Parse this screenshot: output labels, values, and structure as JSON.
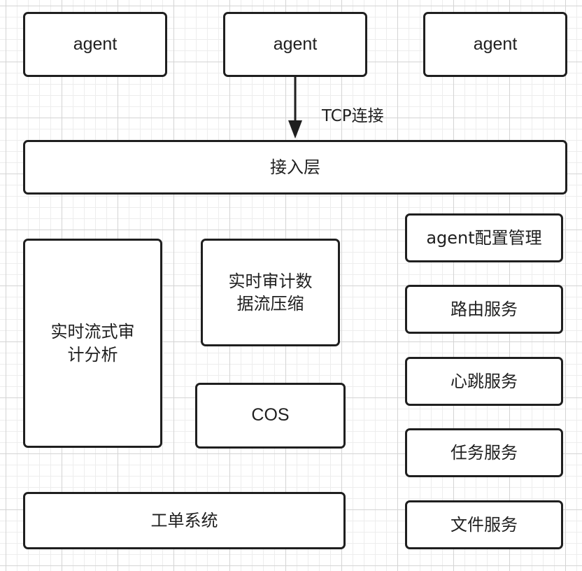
{
  "agents": [
    {
      "label": "agent"
    },
    {
      "label": "agent"
    },
    {
      "label": "agent"
    }
  ],
  "edge": {
    "label": "TCP连接"
  },
  "access_layer": {
    "label": "接入层"
  },
  "stream_audit": {
    "lines": [
      "实时流式审",
      "计分析"
    ]
  },
  "compress": {
    "lines": [
      "实时审计数",
      "据流压缩"
    ]
  },
  "cos": {
    "label": "COS"
  },
  "ticket": {
    "label": "工单系统"
  },
  "services": [
    {
      "label": "agent配置管理"
    },
    {
      "label": "路由服务"
    },
    {
      "label": "心跳服务"
    },
    {
      "label": "任务服务"
    },
    {
      "label": "文件服务"
    }
  ],
  "colors": {
    "stroke": "#1f1f1f",
    "grid": "#d4d4d4",
    "background": "#ffffff"
  }
}
